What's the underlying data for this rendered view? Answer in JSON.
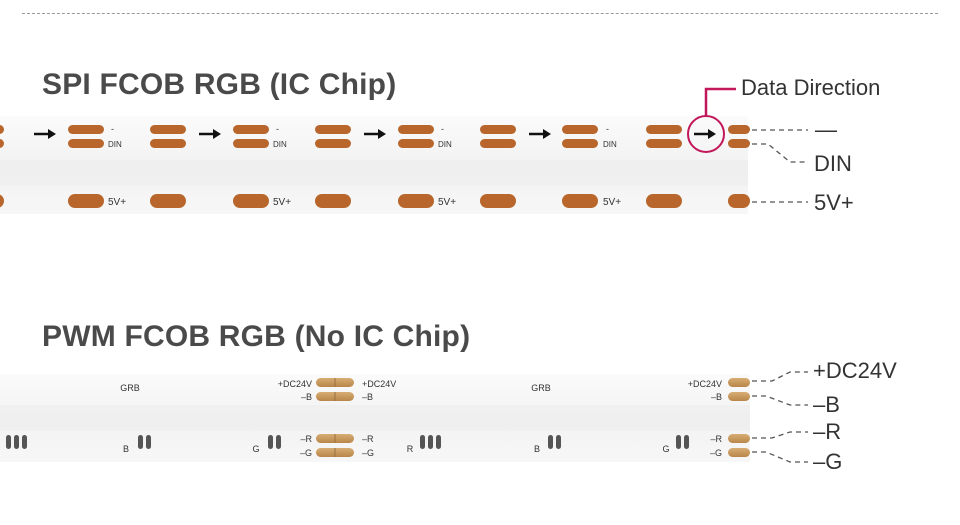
{
  "spi": {
    "title": "SPI FCOB RGB (IC Chip)",
    "pad_labels": {
      "minus": "-",
      "din": "DIN",
      "v5": "5V+"
    },
    "callouts": {
      "data_direction": "Data Direction",
      "minus": "—",
      "din": "DIN",
      "v5": "5V+"
    }
  },
  "pwm": {
    "title": "PWM FCOB RGB (No IC Chip)",
    "strip_labels": {
      "grb": "GRB",
      "dc24v": "+DC24V",
      "minus_b": "–B",
      "minus_r": "–R",
      "minus_g": "–G",
      "b": "B",
      "g": "G",
      "r": "R"
    },
    "callouts": {
      "dc24v": "+DC24V",
      "b": "–B",
      "r": "–R",
      "g": "–G"
    }
  },
  "colors": {
    "pad": "#b8662c",
    "gold_pad": "#c89a5c",
    "strip": "#f6f6f6",
    "highlight_circle": "#c2185b",
    "leader": "#555555",
    "title": "#4a4a4a"
  },
  "icons": {
    "arrow": "arrow-right-icon",
    "highlight": "circle-highlight-icon"
  }
}
